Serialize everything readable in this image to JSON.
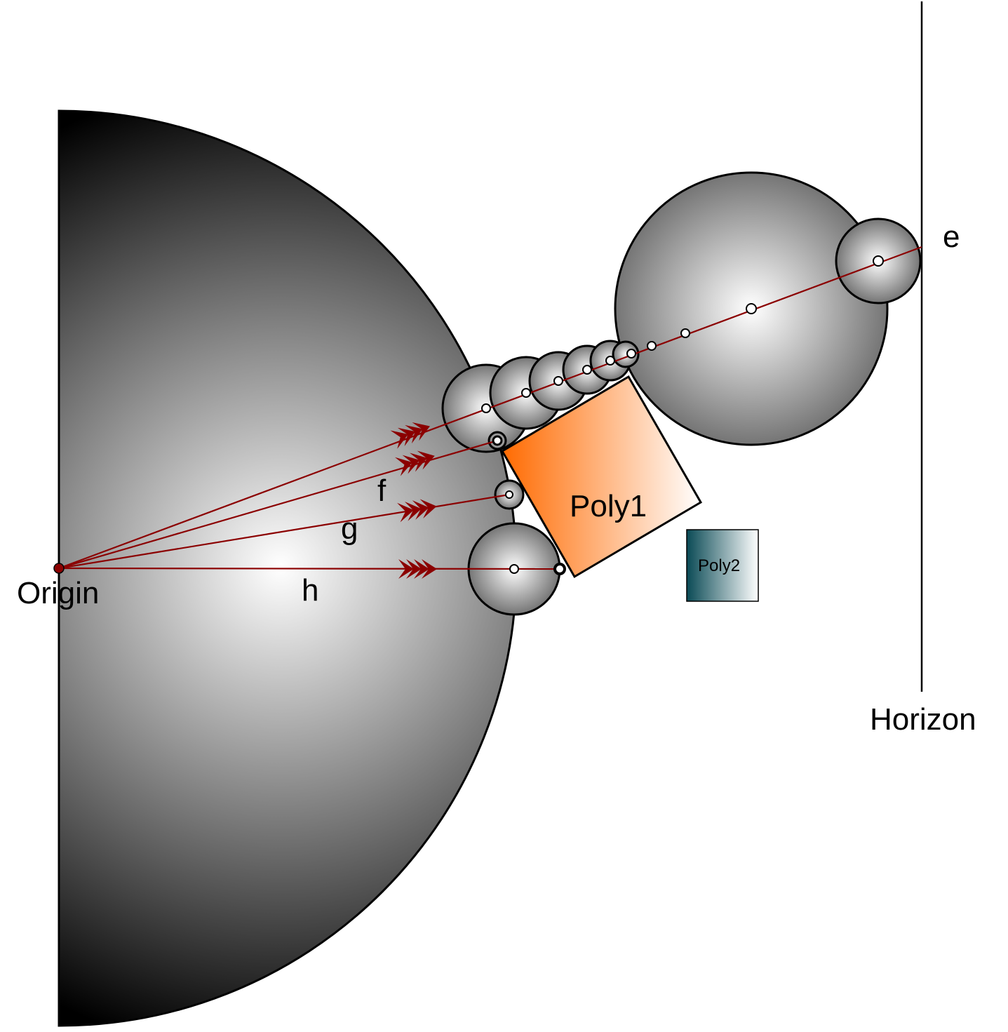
{
  "labels": {
    "origin": "Origin",
    "horizon": "Horizon",
    "e": "e",
    "f": "f",
    "g": "g",
    "h": "h",
    "poly1": "Poly1",
    "poly2": "Poly2"
  },
  "colors": {
    "ray": "#8b0000",
    "outline": "#000000",
    "sphere_light": "#ffffff",
    "sphere_dark": "#000000",
    "poly1_start": "#ff6a00",
    "poly1_end": "#ffffff",
    "poly2_start": "#0a4a55",
    "poly2_end": "#ffffff"
  }
}
